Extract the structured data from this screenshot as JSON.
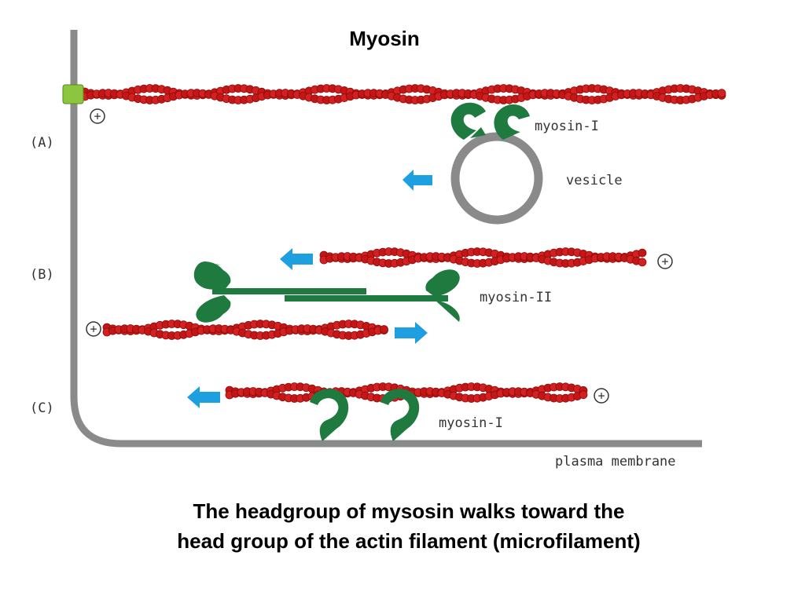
{
  "title": "Myosin",
  "panels": {
    "a": "(A)",
    "b": "(B)",
    "c": "(C)"
  },
  "labels": {
    "myosin_1_top": "myosin-I",
    "vesicle": "vesicle",
    "myosin_2": "myosin-II",
    "myosin_1_bottom": "myosin-I",
    "plasma_membrane": "plasma membrane"
  },
  "plus_symbol": "+",
  "caption": {
    "line1": "The headgroup of mysosin walks toward the",
    "line2": "head group of the actin filament (microfilament)"
  },
  "colors": {
    "actin": "#d42020",
    "actin_dark": "#8e0d0d",
    "myosin": "#1e7a3e",
    "membrane": "#8a8a8a",
    "arrow": "#1e9fe0",
    "anchor": "#8cc63f"
  }
}
